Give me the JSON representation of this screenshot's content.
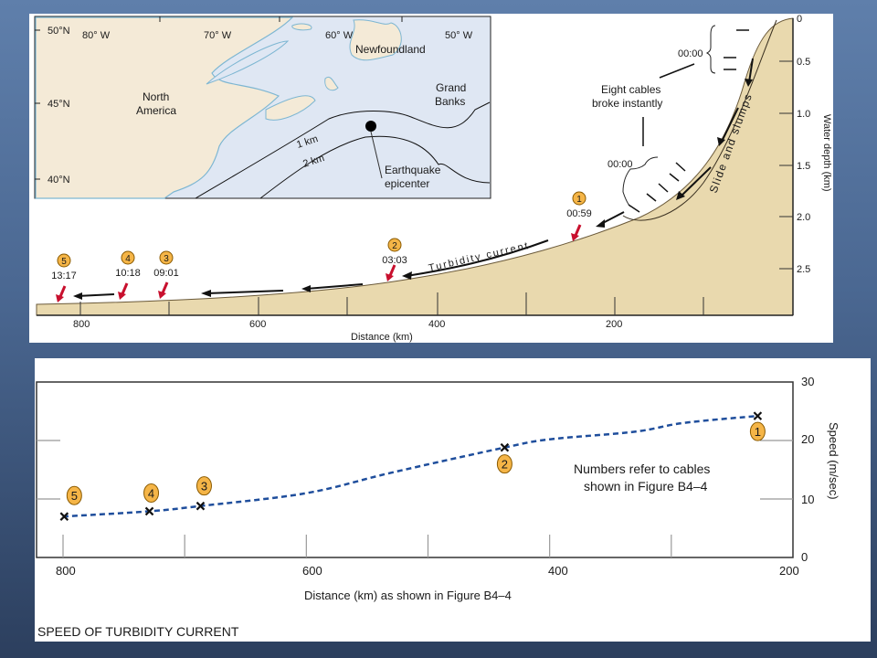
{
  "colors": {
    "sand": "#e9d9ae",
    "water": "#dfe7f3",
    "land": "#f4ead7",
    "coast": "#7db6d2",
    "curve": "#1f4e9c",
    "badge": "#f5b547"
  },
  "map": {
    "lat_labels": [
      "50°N",
      "45°N",
      "40°N"
    ],
    "lon_labels": [
      "80° W",
      "70° W",
      "60° W",
      "50° W"
    ],
    "north_america": [
      "North",
      "America"
    ],
    "newfoundland": "Newfoundland",
    "grand_banks": [
      "Grand",
      "Banks"
    ],
    "contour_1": "1 km",
    "contour_2": "2 km",
    "epicenter": [
      "Earthquake",
      "epicenter"
    ]
  },
  "profile": {
    "depth_ticks": [
      "0",
      "0.5",
      "1.0",
      "1.5",
      "2.0",
      "2.5"
    ],
    "depth_label": "Water depth (km)",
    "distance_ticks": [
      "800",
      "600",
      "400",
      "200"
    ],
    "distance_label": "Distance (km)",
    "top_time": "00:00",
    "mid_time": "00:00",
    "eight_cables": [
      "Eight cables",
      "broke instantly"
    ],
    "slide_label": "Slide and slumps",
    "turbidity_label": "Turbidity current",
    "cables": [
      {
        "num": "1",
        "time": "00:59"
      },
      {
        "num": "2",
        "time": "03:03"
      },
      {
        "num": "3",
        "time": "09:01"
      },
      {
        "num": "4",
        "time": "10:18"
      },
      {
        "num": "5",
        "time": "13:17"
      }
    ]
  },
  "chart_data": {
    "type": "line",
    "title": "SPEED OF TURBIDITY CURRENT",
    "xlabel": "Distance (km) as shown in Figure B4–4",
    "ylabel": "Speed (m/sec)",
    "xlim": [
      800,
      200
    ],
    "ylim": [
      0,
      30
    ],
    "x_ticks": [
      "800",
      "600",
      "400",
      "200"
    ],
    "y_ticks": [
      "0",
      "10",
      "20",
      "30"
    ],
    "annotation": [
      "Numbers refer to cables",
      "shown in Figure B4–4"
    ],
    "points": [
      {
        "cable": "5",
        "x": 799,
        "y": 7.0
      },
      {
        "cable": "4",
        "x": 729,
        "y": 7.9
      },
      {
        "cable": "3",
        "x": 687,
        "y": 8.8
      },
      {
        "cable": "2",
        "x": 437,
        "y": 18.8
      },
      {
        "cable": "1",
        "x": 229,
        "y": 24.2
      }
    ],
    "curve": [
      [
        800,
        7.0
      ],
      [
        729,
        7.9
      ],
      [
        687,
        8.8
      ],
      [
        600,
        11.0
      ],
      [
        530,
        14.5
      ],
      [
        437,
        18.8
      ],
      [
        400,
        20.2
      ],
      [
        330,
        21.5
      ],
      [
        290,
        23.0
      ],
      [
        229,
        24.2
      ]
    ]
  }
}
